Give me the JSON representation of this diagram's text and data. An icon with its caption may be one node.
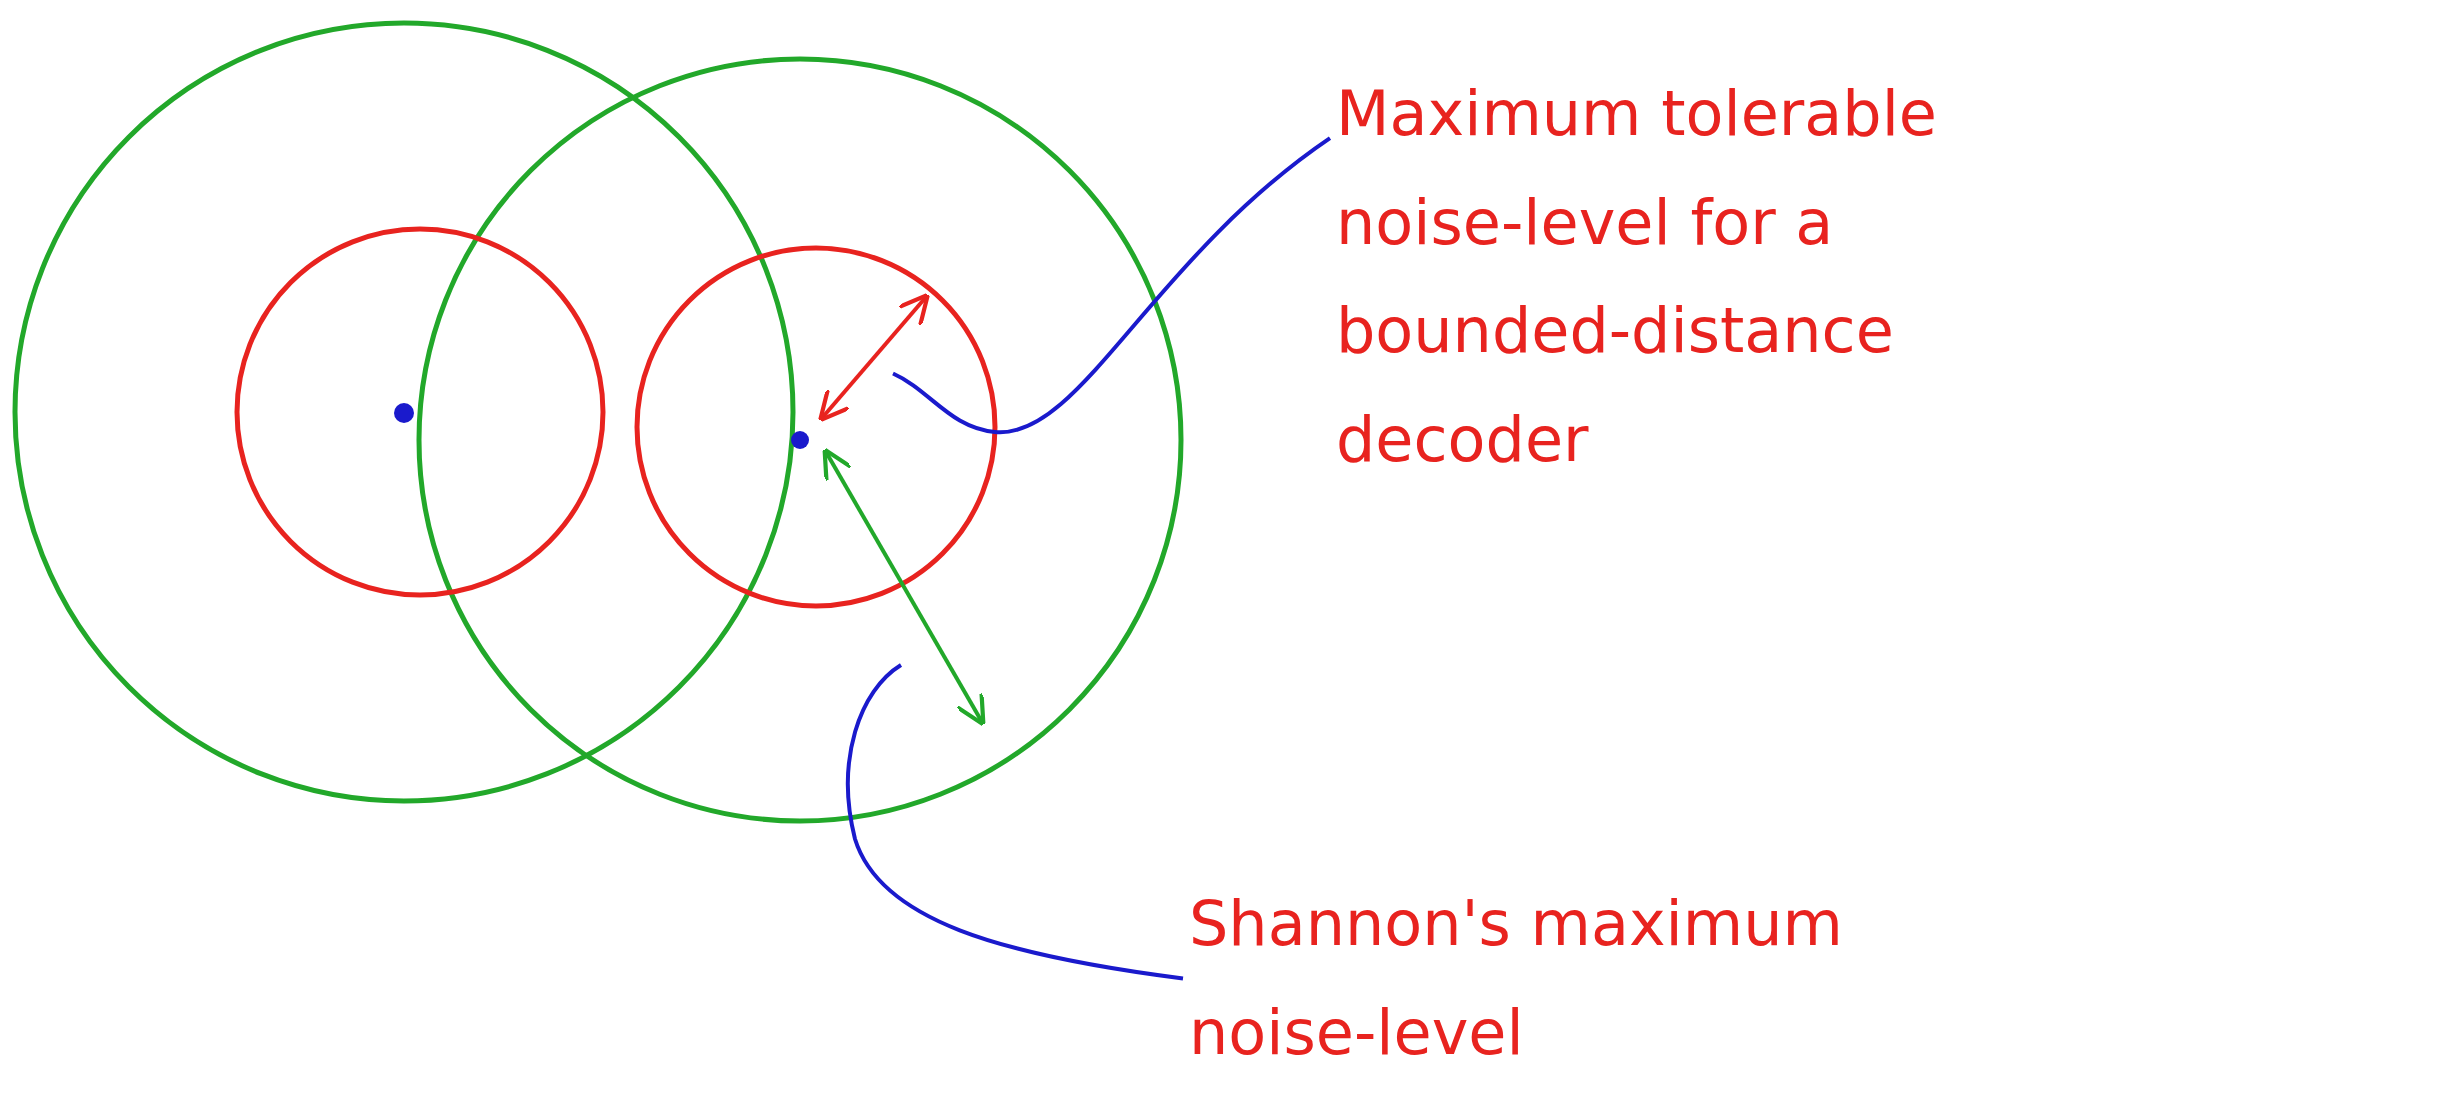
{
  "diagram": {
    "nodes": [
      {
        "text": [
          "Maximum tolerable noise-level for a bounded-distance decoder"
        ]
      },
      {
        "text": [],
        "shape": "arrow"
      },
      {
        "text": [
          "Shannon's maximum noise-level"
        ]
      },
      {
        "text": [],
        "shape": "arrow"
      }
    ],
    "edges": [
      {
        "from": 0,
        "to": 1,
        "arrow": "none"
      },
      {
        "from": 2,
        "to": 3,
        "arrow": "none"
      }
    ]
  }
}
